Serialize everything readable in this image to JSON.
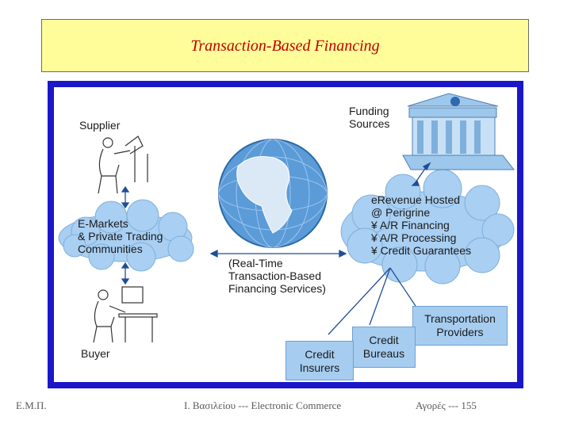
{
  "title": "Transaction-Based Financing",
  "diagram": {
    "supplier": "Supplier",
    "funding_sources": [
      "Funding",
      "Sources"
    ],
    "emarkets": [
      "E-Markets",
      "& Private Trading",
      "Communities"
    ],
    "erevenue": [
      "eRevenue Hosted",
      "@ Perigrine",
      "¥ A/R Financing",
      "¥ A/R Processing",
      "¥ Credit Guarantees"
    ],
    "realtime": [
      "(Real-Time",
      "Transaction-Based",
      "Financing Services)"
    ],
    "buyer": "Buyer",
    "transportation": [
      "Transportation",
      "Providers"
    ],
    "credit_bureaus": [
      "Credit",
      "Bureaus"
    ],
    "credit_insurers": [
      "Credit",
      "Insurers"
    ]
  },
  "footer": {
    "left": "Ε.Μ.Π.",
    "middle": "Ι. Βασιλείου --- Electronic Commerce",
    "right": "Αγορές --- 155"
  },
  "colors": {
    "title_bg": "#fffd9a",
    "title_text": "#c00000",
    "frame_border": "#1a17c8",
    "cloud": "#a9cff2",
    "box": "#a6cdf0"
  }
}
